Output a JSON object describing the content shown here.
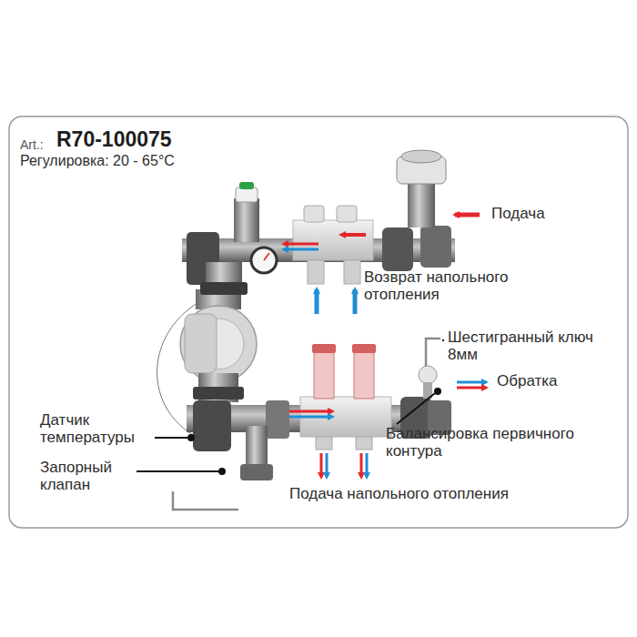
{
  "diagram": {
    "labels": [
      "Art.:",
      "R70-100075",
      "Регулировка: 20 - 65°C",
      "Подача",
      "Возврат напольного отопления",
      "Шестигранный ключ 8мм",
      "Обратка",
      "Датчик температуры",
      "Балансировка первичного контура",
      "Запорный клапан",
      "Подача напольного отопления"
    ]
  }
}
